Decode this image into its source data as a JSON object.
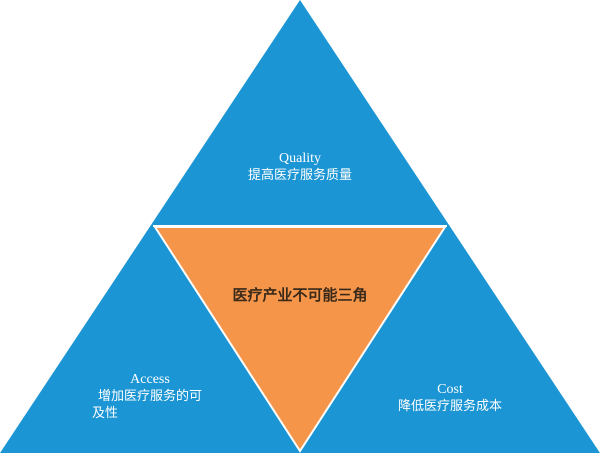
{
  "colors": {
    "blue": "#1b95d4",
    "orange": "#f5954a",
    "divider": "#ffffff"
  },
  "center": {
    "label": "医疗产业不可能三角"
  },
  "top": {
    "title": "Quality",
    "subtitle": "提高医疗服务质量"
  },
  "left": {
    "title": "Access",
    "subtitle_line1": "增加医疗服务的可",
    "subtitle_line2": "及性"
  },
  "right": {
    "title": "Cost",
    "subtitle": "降低医疗服务成本"
  }
}
